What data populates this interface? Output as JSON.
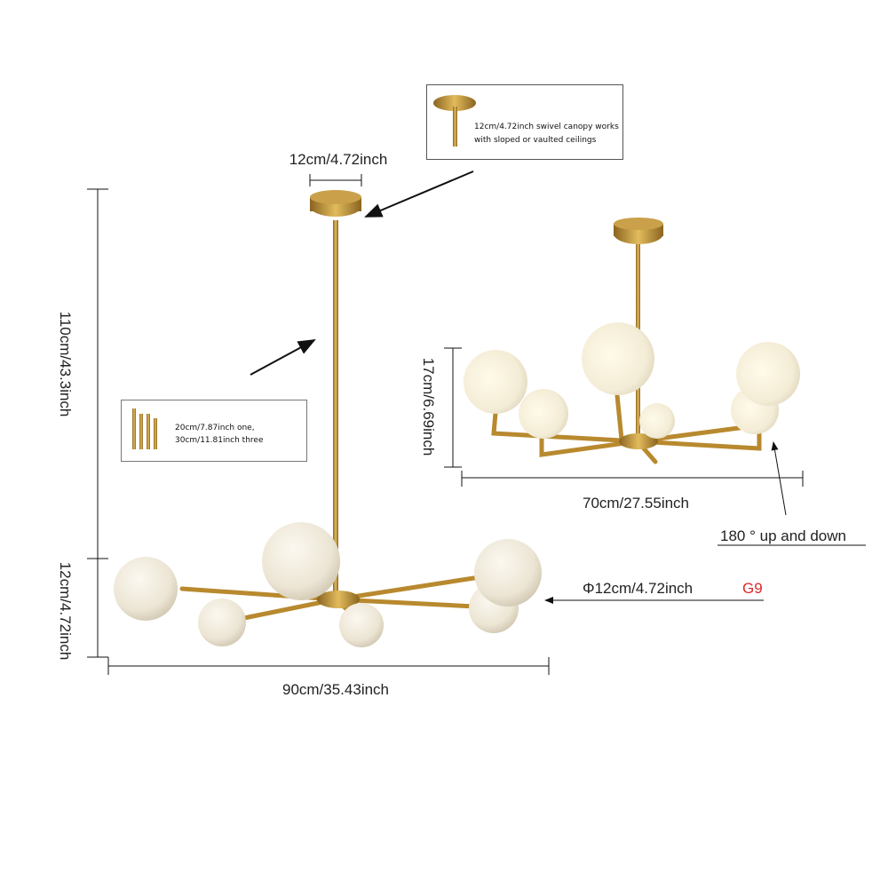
{
  "canopy_width_label": "12cm/4.72inch",
  "canopy_callout": {
    "line1": "12cm/4.72inch swivel canopy works",
    "line2": "with sloped or vaulted ceilings"
  },
  "rod_callout": {
    "line1": "20cm/7.87inch one,",
    "line2": "30cm/11.81inch three"
  },
  "total_height_label": "110cm/43.3inch",
  "body_height_label": "12cm/4.72inch",
  "main_width_label": "90cm/35.43inch",
  "alt_height_label": "17cm/6.69inch",
  "alt_width_label": "70cm/27.55inch",
  "rotation_label": "180 ° up and down",
  "globe_size_label": "Φ12cm/4.72inch",
  "bulb_type_label": "G9",
  "colors": {
    "brass": "#b8892e",
    "globe": "#efe9dc",
    "accent_red": "#e0262b"
  }
}
